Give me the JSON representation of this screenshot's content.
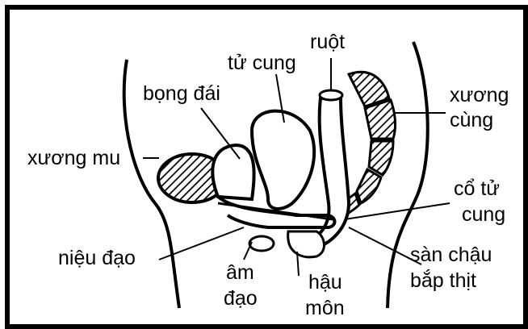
{
  "labels": {
    "ruot": "ruột",
    "tu_cung": "tử cung",
    "bong_dai": "bọng đái",
    "xuong_cung_1": "xương",
    "xuong_cung_2": "cùng",
    "xuong_mu": "xương mu",
    "co_tu_cung_1": "cổ tử",
    "co_tu_cung_2": "cung",
    "nieu_dao": "niệu đạo",
    "san_chau_1": "sàn chậu",
    "san_chau_2": "bắp thịt",
    "am_dao_1": "âm",
    "am_dao_2": "đạo",
    "hau_mon_1": "hậu",
    "hau_mon_2": "môn"
  },
  "colors": {
    "ink": "#000000",
    "paper": "#ffffff"
  }
}
